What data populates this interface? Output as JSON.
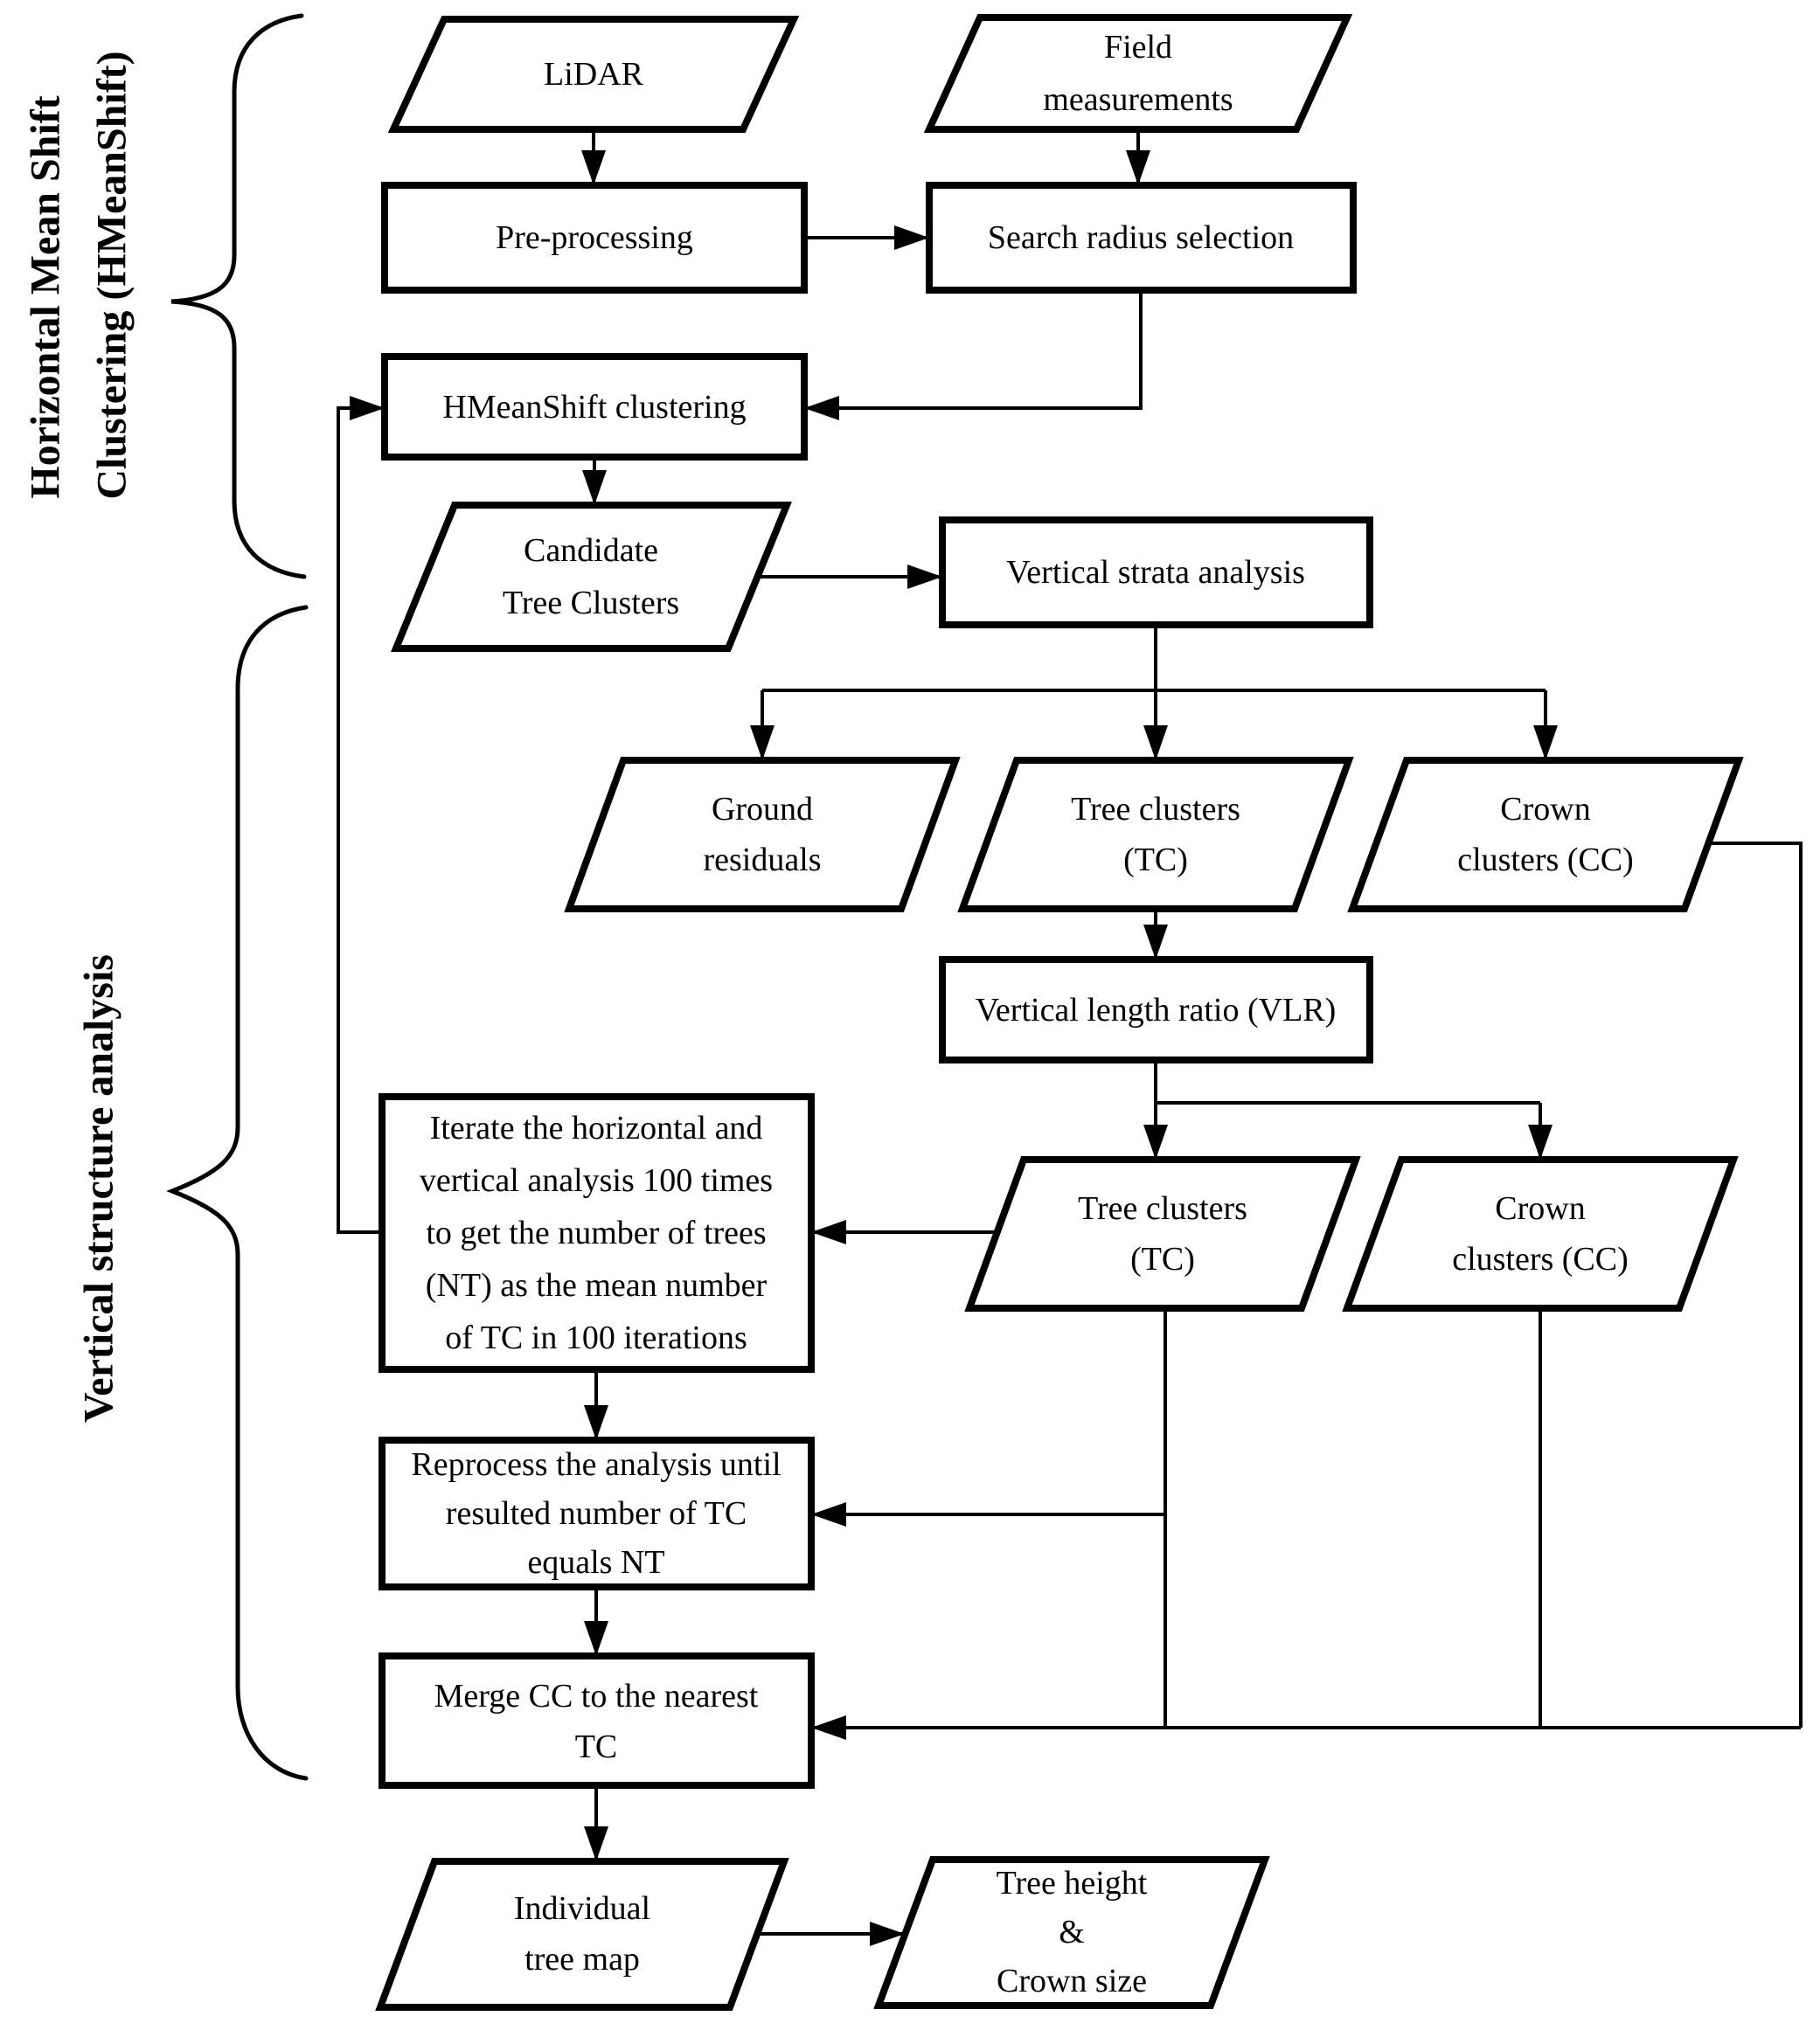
{
  "figure": {
    "type": "flowchart",
    "background_color": "#ffffff",
    "line_color": "#000000"
  },
  "sections": {
    "hmeanshift": {
      "label_line1": "Horizontal Mean Shift",
      "label_line2": "Clustering (HMeanShift)"
    },
    "vertical": {
      "label": "Vertical structure analysis"
    }
  },
  "nodes": {
    "lidar": {
      "shape": "parallelogram",
      "lines": [
        "LiDAR"
      ]
    },
    "field_measurements": {
      "shape": "parallelogram",
      "lines": [
        "Field",
        "measurements"
      ]
    },
    "preprocessing": {
      "shape": "rectangle",
      "lines": [
        "Pre-processing"
      ]
    },
    "search_radius_selection": {
      "shape": "rectangle",
      "lines": [
        "Search radius selection"
      ]
    },
    "hmeanshift_clustering": {
      "shape": "rectangle",
      "lines": [
        "HMeanShift clustering"
      ]
    },
    "candidate_tree_clusters": {
      "shape": "parallelogram",
      "lines": [
        "Candidate",
        "Tree Clusters"
      ]
    },
    "vertical_strata_analysis": {
      "shape": "rectangle",
      "lines": [
        "Vertical strata analysis"
      ]
    },
    "ground_residuals": {
      "shape": "parallelogram",
      "lines": [
        "Ground",
        "residuals"
      ]
    },
    "tree_clusters_1": {
      "shape": "parallelogram",
      "lines": [
        "Tree clusters",
        "(TC)"
      ]
    },
    "crown_clusters_1": {
      "shape": "parallelogram",
      "lines": [
        "Crown",
        "clusters (CC)"
      ]
    },
    "vertical_length_ratio": {
      "shape": "rectangle",
      "lines": [
        "Vertical length ratio (VLR)"
      ]
    },
    "tree_clusters_2": {
      "shape": "parallelogram",
      "lines": [
        "Tree clusters",
        "(TC)"
      ]
    },
    "crown_clusters_2": {
      "shape": "parallelogram",
      "lines": [
        "Crown",
        "clusters (CC)"
      ]
    },
    "iterate": {
      "shape": "rectangle",
      "lines": [
        "Iterate the horizontal and",
        "vertical analysis 100 times",
        "to get the number of trees",
        "(NT) as the mean number",
        "of TC in 100 iterations"
      ]
    },
    "reprocess": {
      "shape": "rectangle",
      "lines": [
        "Reprocess the analysis until",
        "resulted number of TC",
        "equals NT"
      ]
    },
    "merge": {
      "shape": "rectangle",
      "lines": [
        "Merge CC to the nearest",
        "TC"
      ]
    },
    "individual_tree_map": {
      "shape": "parallelogram",
      "lines": [
        "Individual",
        "tree map"
      ]
    },
    "tree_height_crown_size": {
      "shape": "parallelogram",
      "lines": [
        "Tree height",
        "&",
        "Crown size"
      ]
    }
  }
}
